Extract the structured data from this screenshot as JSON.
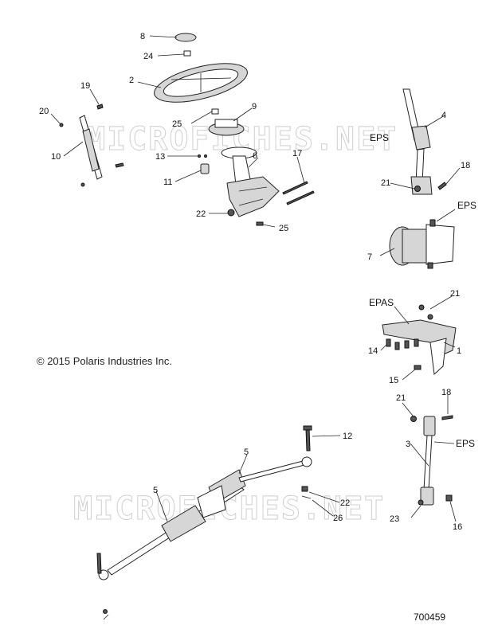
{
  "watermark": "MICROFICHES.NET",
  "copyright": "© 2015 Polaris Industries Inc.",
  "part_number": "700459",
  "eps_labels": [
    "EPS",
    "EPS",
    "EPS"
  ],
  "epas_label": "EPAS",
  "callouts": {
    "c1": "1",
    "c2": "2",
    "c3": "3",
    "c4": "4",
    "c5a": "5",
    "c5b": "5",
    "c6": "6",
    "c7": "7",
    "c8": "8",
    "c9": "9",
    "c10": "10",
    "c11": "11",
    "c12": "12",
    "c13": "13",
    "c14": "14",
    "c15": "15",
    "c16": "16",
    "c17": "17",
    "c18a": "18",
    "c18b": "18",
    "c19": "19",
    "c20": "20",
    "c21a": "21",
    "c21b": "21",
    "c21c": "21",
    "c22a": "22",
    "c22b": "22",
    "c23": "23",
    "c24": "24",
    "c25a": "25",
    "c25b": "25",
    "c26": "26"
  }
}
